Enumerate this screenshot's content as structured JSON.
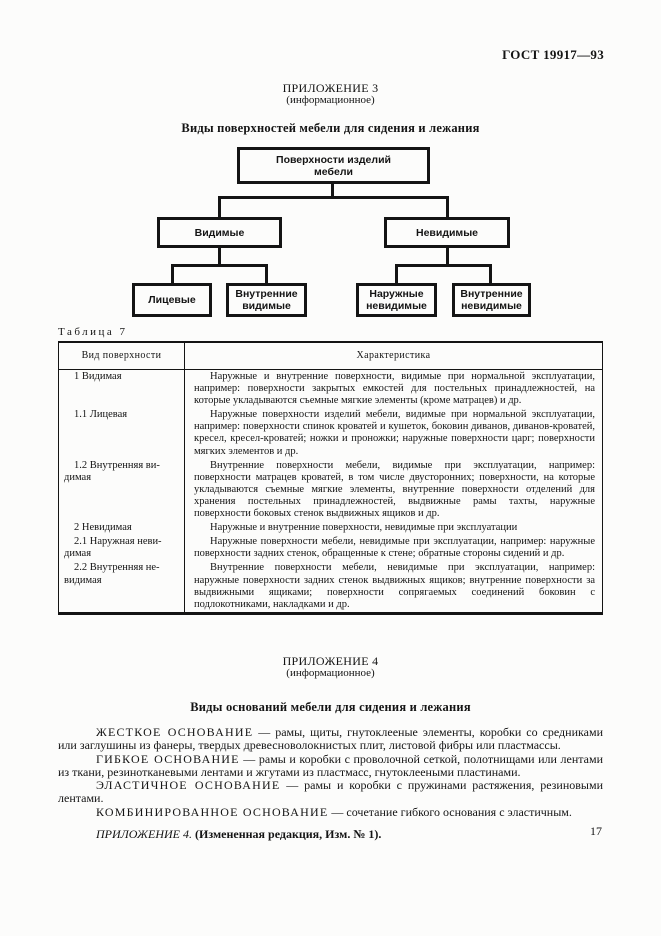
{
  "page": {
    "doc_number": "ГОСТ 19917—93",
    "page_number": "17"
  },
  "appendix3": {
    "heading": "ПРИЛОЖЕНИЕ 3",
    "subheading": "(информационное)",
    "title": "Виды поверхностей мебели для сидения и лежания"
  },
  "diagram": {
    "root": "Поверхности изделий\nмебели",
    "visible": "Видимые",
    "invisible": "Невидимые",
    "face": "Лицевые",
    "inner_visible": "Внутренние видимые",
    "outer_invisible": "Наружные невидимые",
    "inner_invisible": "Внутренние невидимые"
  },
  "table": {
    "caption": "Таблица 7",
    "columns": [
      "Вид поверхности",
      "Характеристика"
    ],
    "rows": [
      {
        "type": "1 Видимая",
        "desc": "Наружные и внутренние поверхности, видимые при нормальной эксплуатации, например: поверхности закрытых емкостей для постельных принадлежностей, на которые укладываются съемные мягкие элементы (кроме матрацев) и др."
      },
      {
        "type": "1.1 Лицевая",
        "desc": "Наружные поверхности изделий мебели, видимые при нормальной эксплуатации, например: поверхности спинок кроватей и кушеток, боковин диванов, диванов-кроватей, кресел, кресел-кроватей; ножки и проножки; наружные поверхности царг; поверхности мягких элементов и др."
      },
      {
        "type": "1.2 Внутренняя ви-\nдимая",
        "desc": "Внутренние поверхности мебели, видимые при эксплуатации, например: поверхности матрацев кроватей, в том числе двусторонних; поверхности, на которые укладываются съемные мягкие элементы, внутренние поверхности отделений для хранения постельных принадлежностей, выдвижные рамы тахты, наружные поверхности боковых стенок выдвижных ящиков и др."
      },
      {
        "type": "2 Невидимая",
        "desc": "Наружные и внутренние поверхности, невидимые при эксплуатации"
      },
      {
        "type": "2.1 Наружная неви-\nдимая",
        "desc": "Наружные поверхности мебели, невидимые при эксплуатации, например: наружные поверхности задних стенок, обращенные к стене; обратные стороны сидений и др."
      },
      {
        "type": "2.2 Внутренняя не-\nвидимая",
        "desc": "Внутренние поверхности мебели, невидимые при эксплуатации, например: наружные поверхности задних стенок выдвижных ящиков; внутренние поверхности за выдвижными ящиками; поверхности сопрягаемых соединений боковин с подлокотниками, накладками и др."
      }
    ]
  },
  "appendix4": {
    "heading": "ПРИЛОЖЕНИЕ 4",
    "subheading": "(информационное)",
    "title": "Виды оснований мебели для сидения и лежания",
    "paragraphs": [
      {
        "term": "ЖЕСТКОЕ ОСНОВАНИЕ",
        "text": " — рамы, щиты, гнутоклееные элементы, коробки со средниками или заглушины из фанеры, твердых древесноволокнистых плит, листовой фибры или пластмассы."
      },
      {
        "term": "ГИБКОЕ ОСНОВАНИЕ",
        "text": " — рамы и коробки с проволочной сеткой, полотнищами или лентами из ткани, резинотканевыми лентами и жгутами из пластмасс, гнутоклееными пластинами."
      },
      {
        "term": "ЭЛАСТИЧНОЕ ОСНОВАНИЕ",
        "text": " — рамы и коробки с пружинами растяжения, резиновыми лентами."
      },
      {
        "term": "КОМБИНИРОВАННОЕ ОСНОВАНИЕ",
        "text": " — сочетание гибкого основания с эластичным."
      }
    ],
    "note_label": "ПРИЛОЖЕНИЕ 4.",
    "note_text": "(Измененная редакция, Изм. № 1)."
  }
}
